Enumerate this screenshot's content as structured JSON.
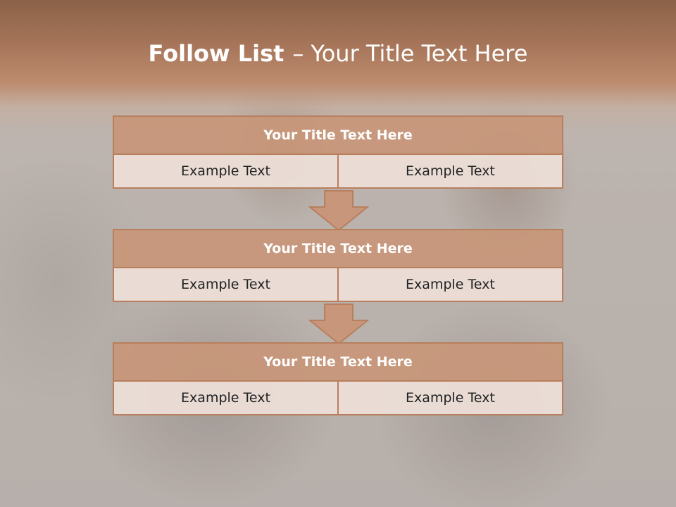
{
  "slide": {
    "title_bold": "Follow List",
    "title_sep": "–",
    "title_rest": "Your Title Text Here"
  },
  "steps": [
    {
      "title": "Your Title Text Here",
      "left": "Example Text",
      "right": "Example Text"
    },
    {
      "title": "Your Title Text Here",
      "left": "Example Text",
      "right": "Example Text"
    },
    {
      "title": "Your Title Text Here",
      "left": "Example Text",
      "right": "Example Text"
    }
  ],
  "colors": {
    "header": "#a8765a",
    "box_title": "#c8967a",
    "box_cell": "#ecded7",
    "border": "#b77f5e"
  },
  "icons": [
    "arrow-down-icon",
    "arrow-down-icon"
  ]
}
